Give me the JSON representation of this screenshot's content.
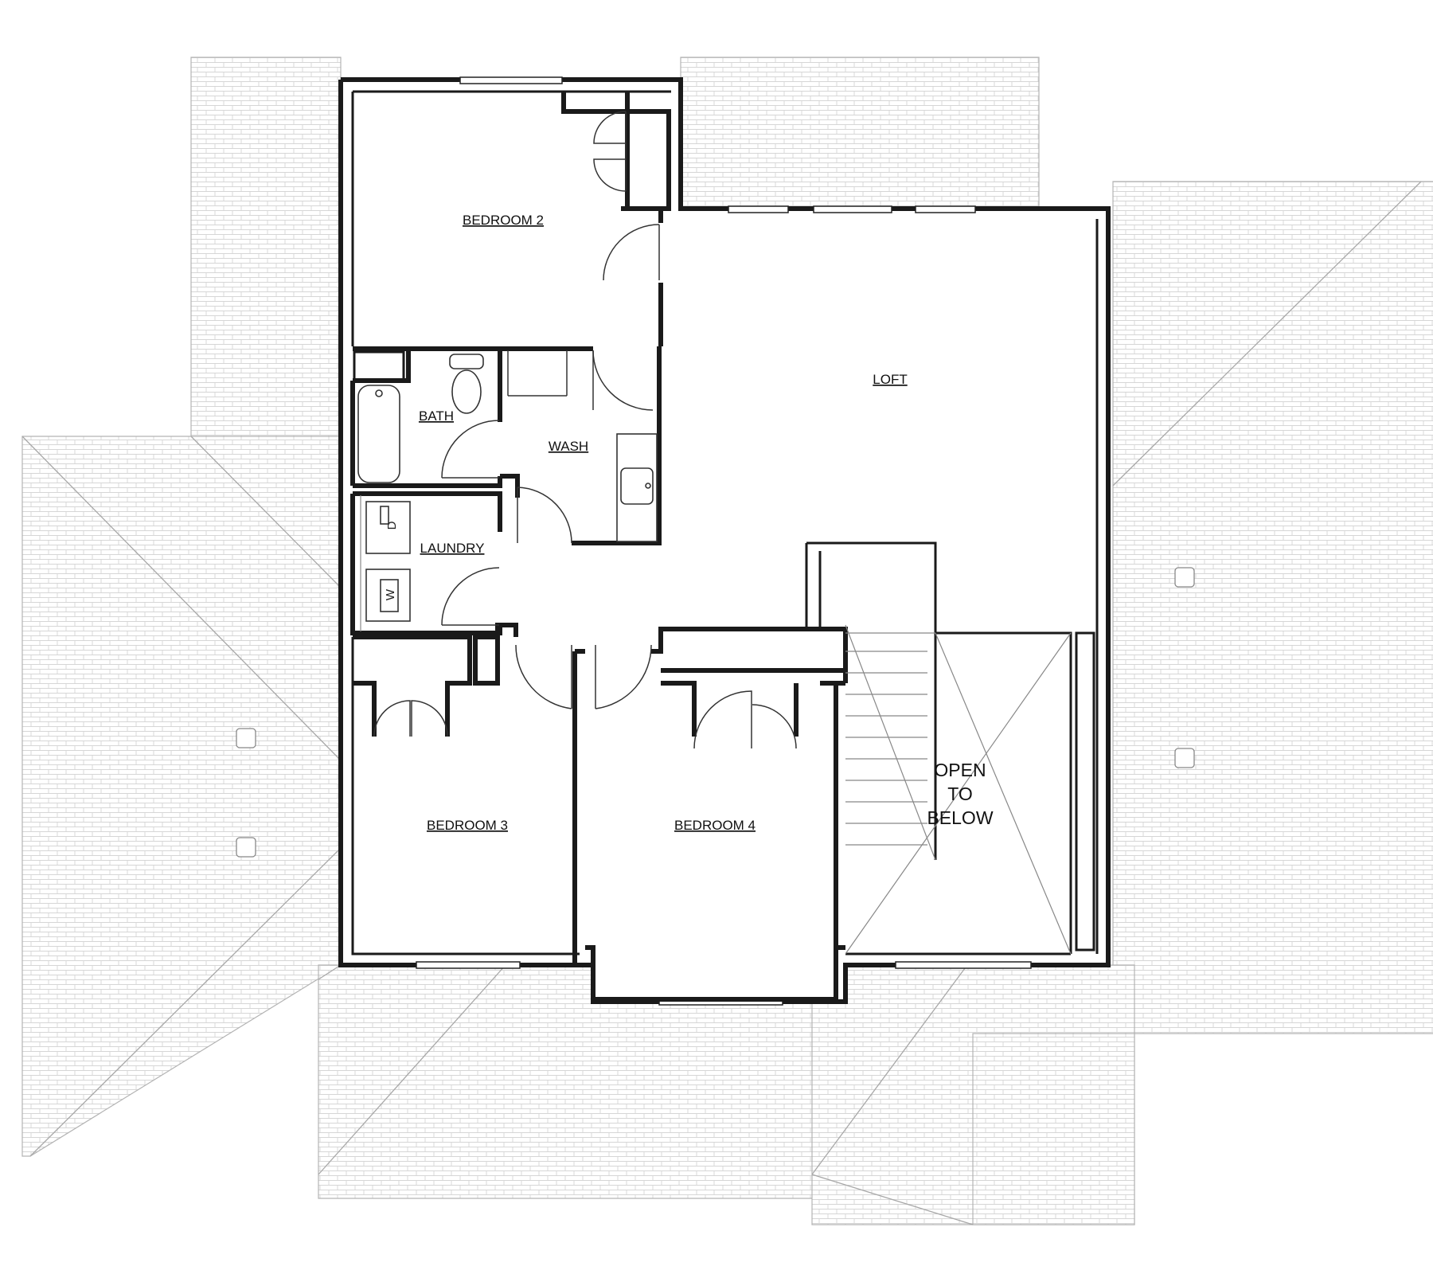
{
  "plan": {
    "rooms": {
      "bedroom_2": "BEDROOM 2",
      "loft": "LOFT",
      "bath": "BATH",
      "wash": "WASH",
      "laundry": "LAUNDRY",
      "bedroom_3": "BEDROOM 3",
      "bedroom_4": "BEDROOM 4"
    },
    "open_to_below": [
      "OPEN",
      "TO",
      "BELOW"
    ],
    "appliances": {
      "dryer": "D",
      "washer": "W"
    }
  }
}
